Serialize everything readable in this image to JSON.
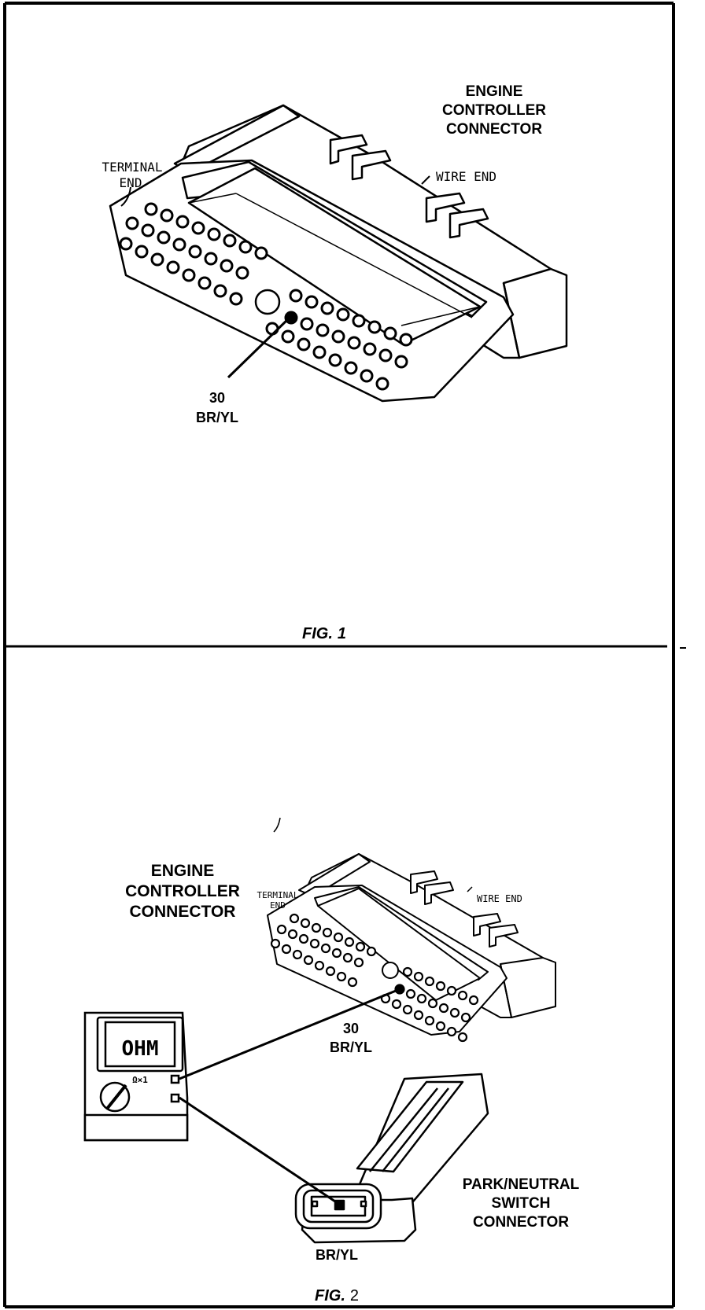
{
  "fig1": {
    "connector_label": [
      "ENGINE",
      "CONTROLLER",
      "CONNECTOR"
    ],
    "terminal_end": [
      "TERMINAL",
      "END"
    ],
    "wire_end": "WIRE END",
    "pin_number": "30",
    "wire_color": "BR/YL",
    "caption_prefix": "FIG.",
    "caption_number": "1"
  },
  "fig2": {
    "connector_label": [
      "ENGINE",
      "CONTROLLER",
      "CONNECTOR"
    ],
    "terminal_end": [
      "TERMINAL",
      "END"
    ],
    "wire_end": "WIRE END",
    "pin_number": "30",
    "wire_color": "BR/YL",
    "meter_display": "OHM",
    "meter_range": "Ω×1",
    "switch_label": [
      "PARK/NEUTRAL",
      "SWITCH",
      "CONNECTOR"
    ],
    "switch_wire_color": "BR/YL",
    "caption_prefix": "FIG.",
    "caption_number": "2"
  },
  "colors": {
    "ink": "#000000",
    "paper": "#ffffff"
  }
}
